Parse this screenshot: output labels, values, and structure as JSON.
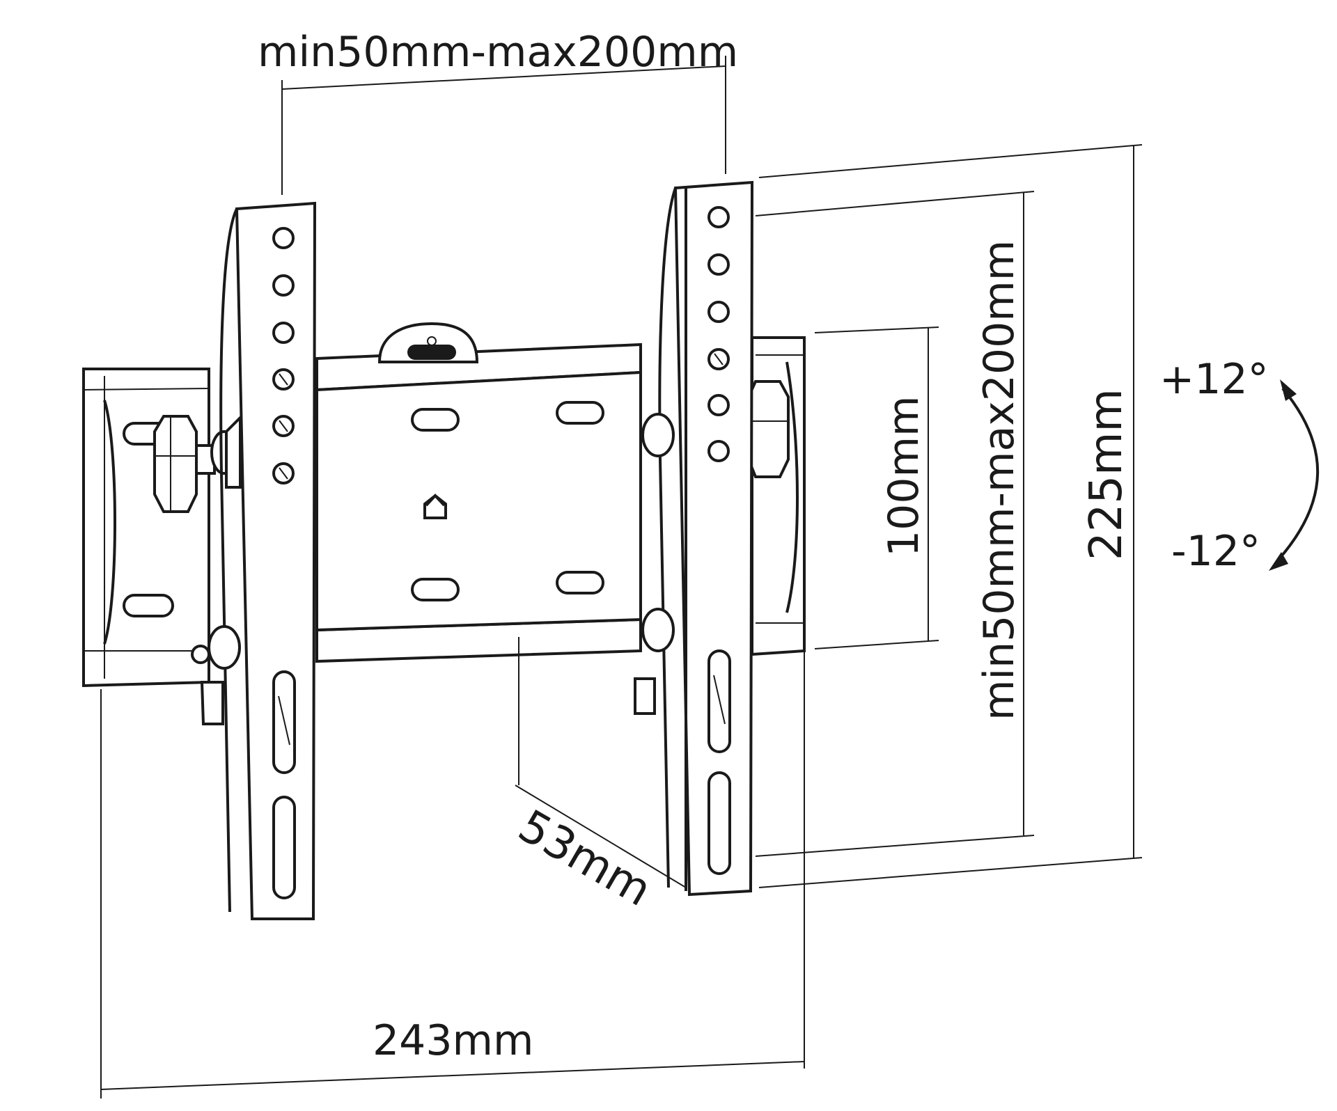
{
  "dimensions": {
    "vesa_horizontal": "min50mm-max200mm",
    "vesa_vertical": "min50mm-max200mm",
    "hole_spacing": "100mm",
    "total_height": "225mm",
    "wall_depth": "53mm",
    "total_width": "243mm"
  },
  "tilt": {
    "up": "+12°",
    "down": "-12°"
  },
  "colors": {
    "line": "#1a1a1a",
    "background": "#ffffff"
  }
}
